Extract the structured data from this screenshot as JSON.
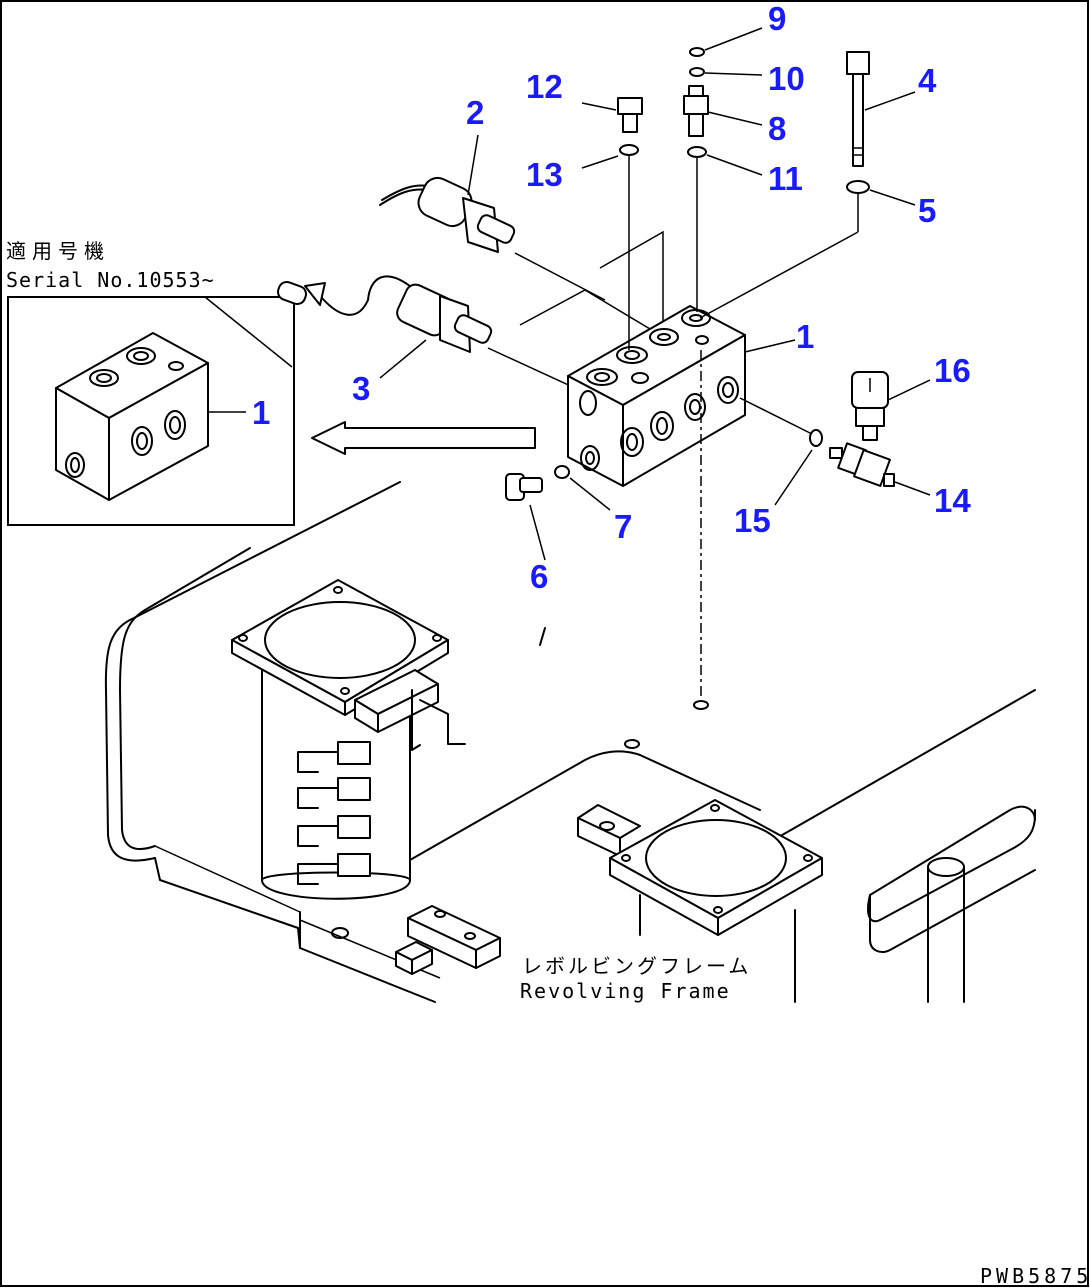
{
  "serial_note": {
    "japanese": "適用号機",
    "serial": "Serial No.10553~"
  },
  "frame_label": {
    "japanese": "レボルビングフレーム",
    "english": "Revolving Frame"
  },
  "drawing_code": "PWB5875",
  "callouts": {
    "c1_main": "1",
    "c1_inset": "1",
    "c2": "2",
    "c3": "3",
    "c4": "4",
    "c5": "5",
    "c6": "6",
    "c7": "7",
    "c8": "8",
    "c9": "9",
    "c10": "10",
    "c11": "11",
    "c12": "12",
    "c13": "13",
    "c14": "14",
    "c15": "15",
    "c16": "16"
  }
}
